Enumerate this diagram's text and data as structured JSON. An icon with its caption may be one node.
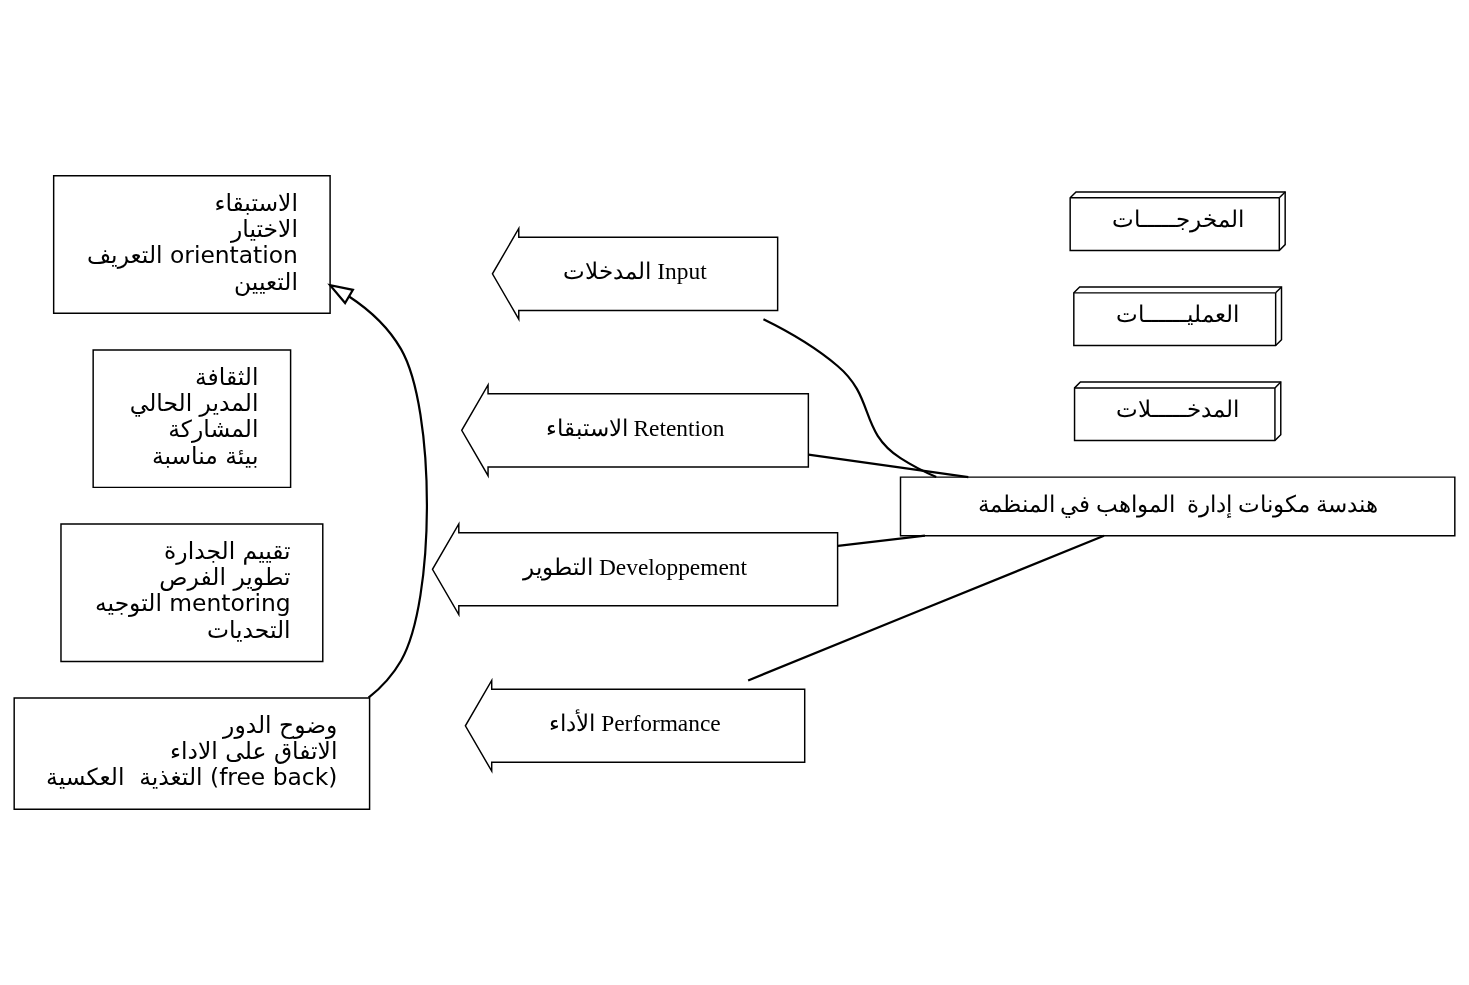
{
  "diagram": {
    "nodes": [
      {
        "text": [
          "هندسة مكونات إدارة  المواهب في المنظمة"
        ]
      },
      {
        "text": [
          "المدخـــــلات"
        ]
      },
      {
        "text": [
          "العمليــــــات"
        ]
      },
      {
        "text": [
          "المخرجـــــات"
        ]
      },
      {
        "text": [
          "المدخلات Input"
        ]
      },
      {
        "text": [
          "الاستبقاء Retention"
        ]
      },
      {
        "text": [
          "التطوير Developpement"
        ]
      },
      {
        "text": [
          "الأداء Performance"
        ]
      },
      {
        "text": [
          "الاستبقاء",
          "الاختيار",
          "التعريف orientation",
          "التعيين"
        ]
      },
      {
        "text": [
          "الثقافة",
          "المدير الحالي",
          "المشاركة",
          "بيئة مناسبة"
        ]
      },
      {
        "text": [
          "تقييم الجدارة",
          "تطوير الفرص",
          "التوجيه mentoring",
          "التحديات"
        ]
      },
      {
        "text": [
          "وضوح الدور",
          "الاتفاق على الاداء",
          "التغذية  العكسية (free back)"
        ]
      }
    ],
    "edges": [
      {
        "from": 0,
        "to": 4,
        "arrow": "none"
      },
      {
        "from": 0,
        "to": 5,
        "arrow": "none"
      },
      {
        "from": 0,
        "to": 6,
        "arrow": "none"
      },
      {
        "from": 0,
        "to": 7,
        "arrow": "none"
      },
      {
        "from": 11,
        "to": 8,
        "arrow": "to"
      }
    ]
  }
}
